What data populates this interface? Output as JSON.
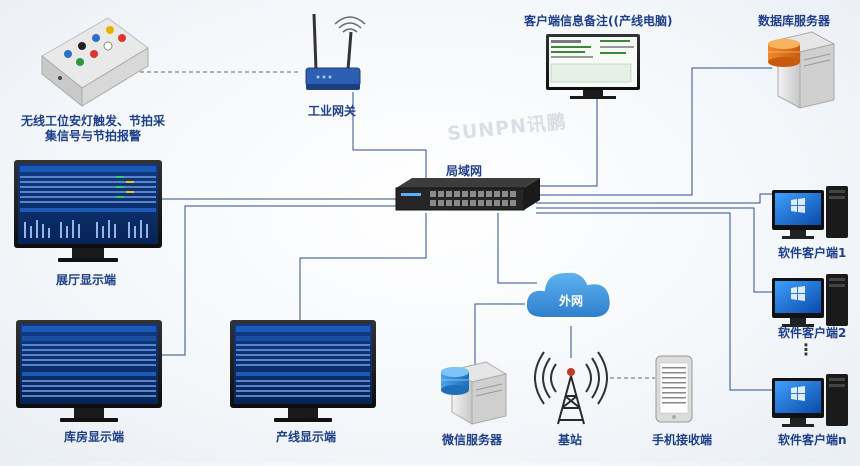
{
  "labels": {
    "trigger_box": "无线工位安灯触发、节拍采集信号与节拍报警",
    "gateway": "工业网关",
    "client_note": "客户端信息备注((产线电脑)",
    "db_server": "数据库服务器",
    "lan": "局域网",
    "hall_display": "展厅显示端",
    "warehouse_display": "库房显示端",
    "line_display": "产线显示端",
    "internet": "外网",
    "wechat_server": "微信服务器",
    "base_station": "基站",
    "phone_receiver": "手机接收端",
    "client1": "软件客户端1",
    "client2": "软件客户端2",
    "clientn": "软件客户端n",
    "dots": "⋮"
  },
  "watermark": "SUNPN讯鹏",
  "colors": {
    "line": "#2d4f8e",
    "label": "#1e3f8a",
    "cloud": "#3a8fd8",
    "screen": "#0a2a6a"
  },
  "icons": [
    "wireless-box-icon",
    "gateway-router-icon",
    "wifi-icon",
    "monitor-icon",
    "server-icon",
    "switch-icon",
    "cloud-icon",
    "tower-icon",
    "phone-icon",
    "desktop-pc-icon"
  ]
}
